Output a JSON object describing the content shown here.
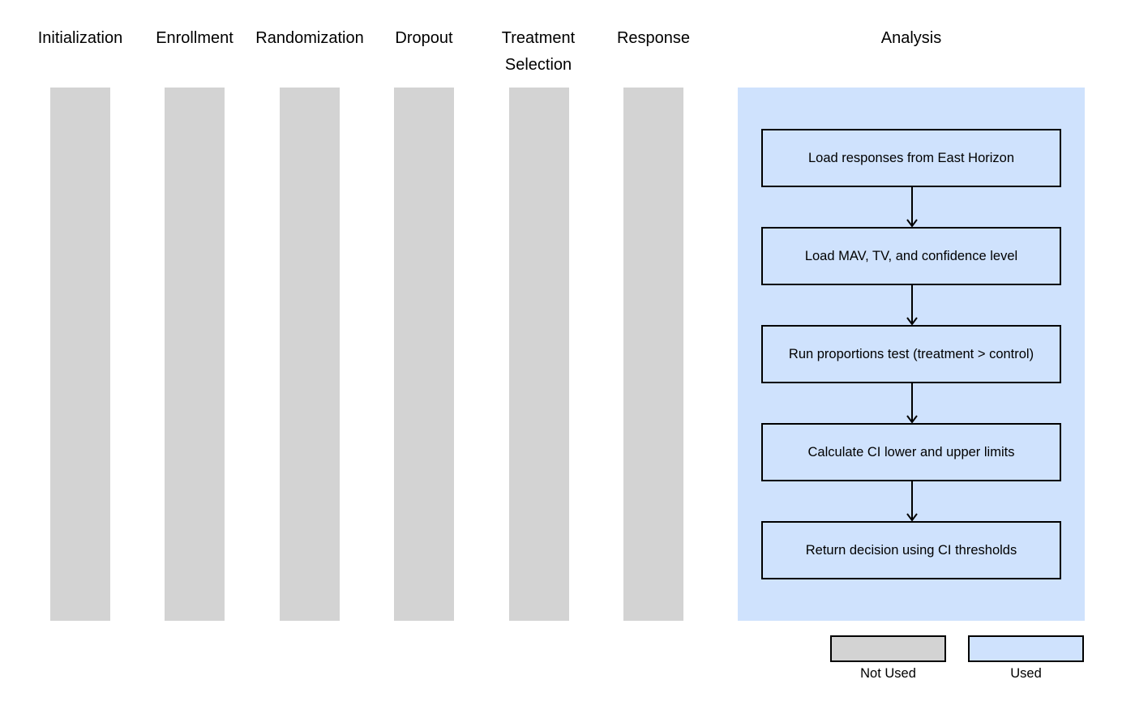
{
  "columns": [
    {
      "label": "Initialization",
      "status": "unused"
    },
    {
      "label": "Enrollment",
      "status": "unused"
    },
    {
      "label": "Randomization",
      "status": "unused"
    },
    {
      "label": "Dropout",
      "status": "unused"
    },
    {
      "label": "Treatment Selection",
      "status": "unused"
    },
    {
      "label": "Response",
      "status": "unused"
    },
    {
      "label": "Analysis",
      "status": "used"
    }
  ],
  "analysis_steps": [
    "Load responses from East Horizon",
    "Load MAV, TV, and confidence level",
    "Run proportions test (treatment > control)",
    "Calculate CI lower and upper limits",
    "Return decision using CI thresholds"
  ],
  "legend": {
    "not_used": {
      "label": "Not Used",
      "color": "#d3d3d3"
    },
    "used": {
      "label": "Used",
      "color": "#cfe2fd"
    }
  }
}
